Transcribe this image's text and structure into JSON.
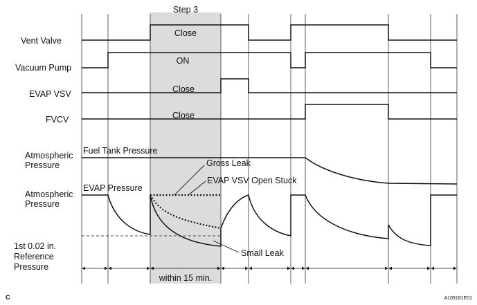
{
  "diagram": {
    "step_label": "Step 3",
    "signals": {
      "vent_valve": "Vent Valve",
      "vacuum_pump": "Vacuum Pump",
      "evap_vsv": "EVAP VSV",
      "fvcv": "FVCV"
    },
    "states": {
      "vent_valve": "Close",
      "vacuum_pump": "ON",
      "evap_vsv": "Close",
      "fvcv": "Close"
    },
    "pressure_labels": {
      "atmospheric_1_line1": "Atmospheric",
      "atmospheric_1_line2": "Pressure",
      "fuel_tank_pressure": "Fuel Tank Pressure",
      "atmospheric_2_line1": "Atmospheric",
      "atmospheric_2_line2": "Pressure",
      "evap_pressure": "EVAP Pressure",
      "reference_line1": "1st 0.02 in.",
      "reference_line2": "Reference",
      "reference_line3": "Pressure"
    },
    "annotations": {
      "gross_leak": "Gross Leak",
      "evap_vsv_open_stuck": "EVAP VSV Open Stuck",
      "small_leak": "Small Leak"
    },
    "duration_label": "within 15 min.",
    "corner_label": "C",
    "figure_id": "A109181E01"
  }
}
